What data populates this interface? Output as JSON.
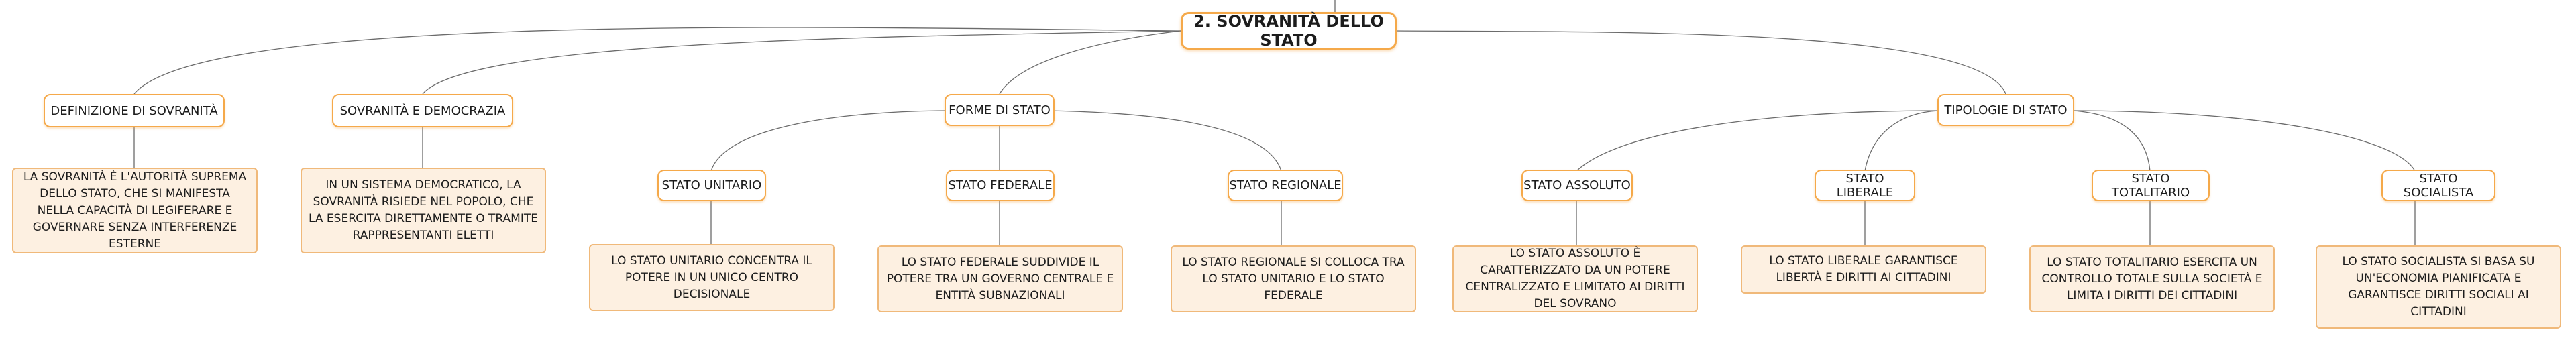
{
  "root": {
    "label": "2. SOVRANITÀ DELLO STATO"
  },
  "branches": [
    {
      "label": "DEFINIZIONE DI SOVRANITÀ",
      "description": "LA SOVRANITÀ È L'AUTORITÀ SUPREMA DELLO STATO, CHE SI MANIFESTA NELLA CAPACITÀ DI LEGIFERARE E GOVERNARE SENZA INTERFERENZE ESTERNE"
    },
    {
      "label": "SOVRANITÀ E DEMOCRAZIA",
      "description": "IN UN SISTEMA DEMOCRATICO, LA SOVRANITÀ RISIEDE NEL POPOLO, CHE LA ESERCITA DIRETTAMENTE O TRAMITE RAPPRESENTANTI ELETTI"
    },
    {
      "label": "FORME DI STATO",
      "children": [
        {
          "label": "STATO UNITARIO",
          "description": "LO STATO UNITARIO CONCENTRA IL POTERE IN UN UNICO CENTRO DECISIONALE"
        },
        {
          "label": "STATO FEDERALE",
          "description": "LO STATO FEDERALE SUDDIVIDE IL POTERE TRA UN GOVERNO CENTRALE E ENTITÀ SUBNAZIONALI"
        },
        {
          "label": "STATO REGIONALE",
          "description": "LO STATO REGIONALE SI COLLOCA TRA LO STATO UNITARIO E LO STATO FEDERALE"
        }
      ]
    },
    {
      "label": "TIPOLOGIE DI STATO",
      "children": [
        {
          "label": "STATO ASSOLUTO",
          "description": "LO STATO ASSOLUTO È CARATTERIZZATO DA UN POTERE CENTRALIZZATO E LIMITATO AI DIRITTI DEL SOVRANO"
        },
        {
          "label": "STATO LIBERALE",
          "description": "LO STATO LIBERALE GARANTISCE LIBERTÀ E DIRITTI AI CITTADINI"
        },
        {
          "label": "STATO TOTALITARIO",
          "description": "LO STATO TOTALITARIO ESERCITA UN CONTROLLO TOTALE SULLA SOCIETÀ E LIMITA I DIRITTI DEI CITTADINI"
        },
        {
          "label": "STATO SOCIALISTA",
          "description": "LO STATO SOCIALISTA SI BASA SU UN'ECONOMIA PIANIFICATA E GARANTISCE DIRITTI SOCIALI AI CITTADINI"
        }
      ]
    }
  ],
  "colors": {
    "border": "#f5a94a",
    "desc_fill": "#fdf0e1",
    "line": "#6b6b6b"
  }
}
